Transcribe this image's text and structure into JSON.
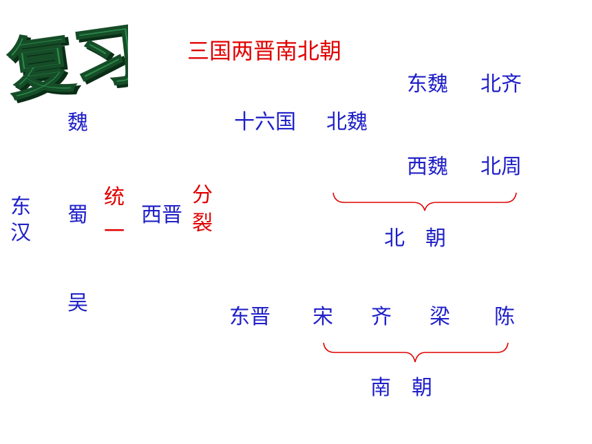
{
  "title": "三国两晋南北朝",
  "logo": {
    "icon": "fuxi-review-logo-icon",
    "text": "复习"
  },
  "colors": {
    "blue": "#2020c8",
    "red": "#e00000",
    "logo_green": "#1e6e3a"
  },
  "dynasties": {
    "donghan": "东汉",
    "wei": "魏",
    "shu": "蜀",
    "wu": "吴",
    "tongyi": "统一",
    "xijin": "西晋",
    "fenlie": "分裂",
    "shiliuguo": "十六国",
    "beiwei": "北魏",
    "dongwei": "东魏",
    "beiqi": "北齐",
    "xiwei": "西魏",
    "beizhou": "北周",
    "dongjin": "东晋",
    "song": "宋",
    "qi": "齐",
    "liang": "梁",
    "chen": "陈"
  },
  "groups": {
    "north": "北　朝",
    "south": "南　朝"
  }
}
